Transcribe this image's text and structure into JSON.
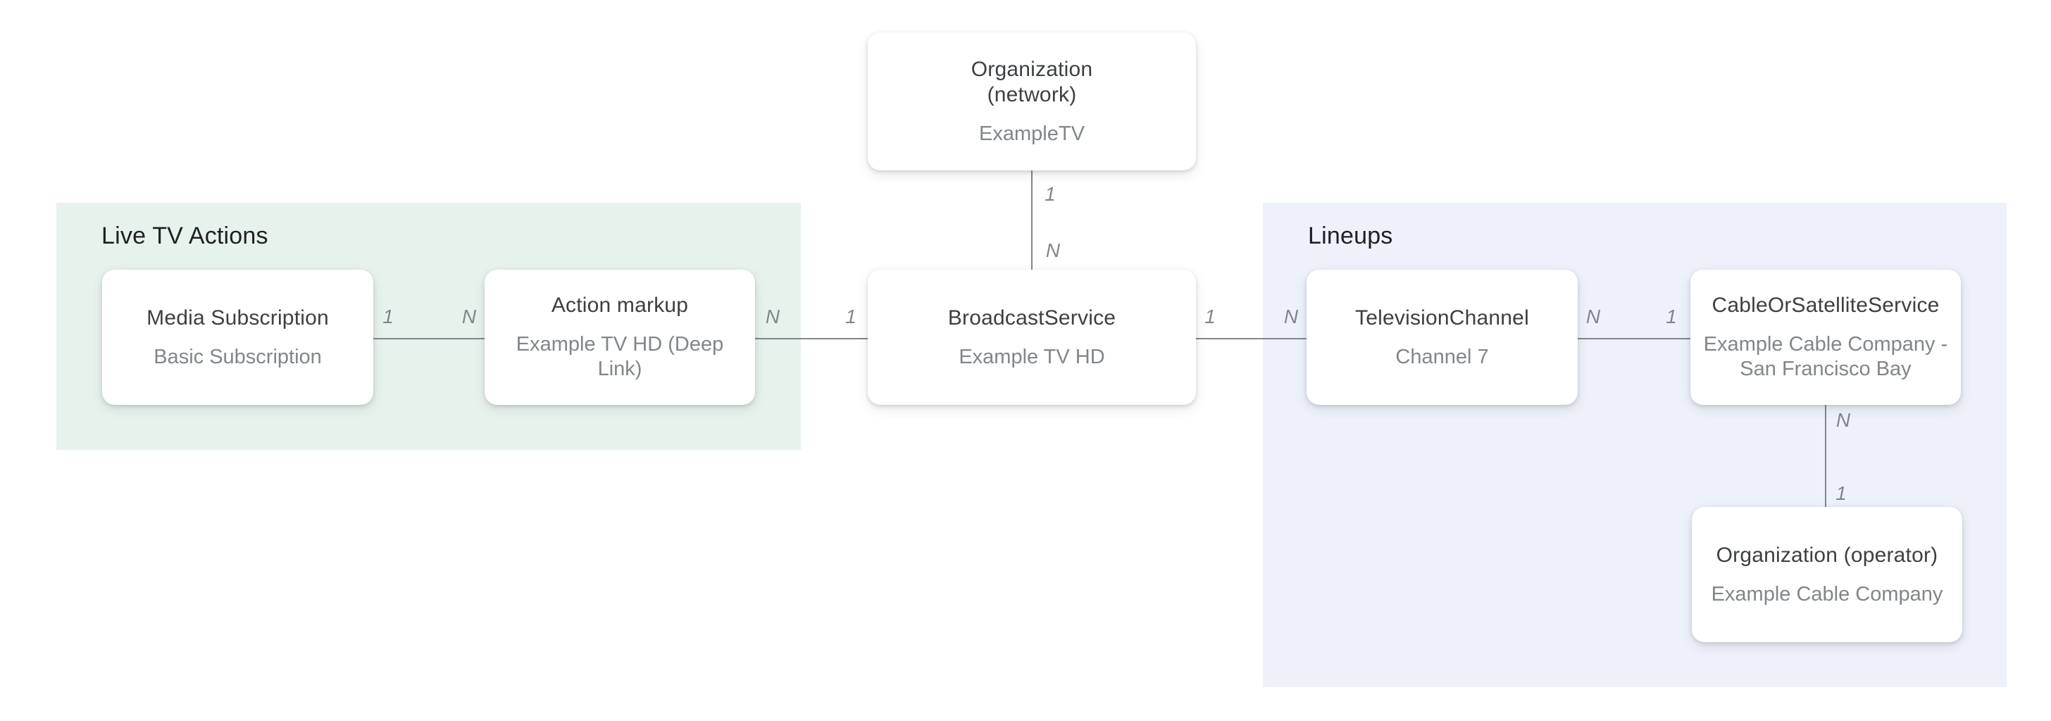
{
  "diagram": {
    "description": "Entity relationship diagram linking TV broadcast schema entities",
    "colors": {
      "background": "#FFFFFF",
      "live_tv_actions_panel": "#E8F2EC",
      "lineups_panel": "#EDF1FA",
      "node_background": "#FFFFFF",
      "node_title_text": "#3C4043",
      "node_subtitle_text": "#80868B",
      "section_label_text": "#202124",
      "edge_line": "#80868B",
      "cardinality_text": "#80868B"
    },
    "sections": {
      "live_tv_actions": {
        "label": "Live TV Actions"
      },
      "lineups": {
        "label": "Lineups"
      }
    },
    "nodes": {
      "organization_network": {
        "title_line1": "Organization",
        "title_line2": "(network)",
        "subtitle": "ExampleTV"
      },
      "media_subscription": {
        "title": "Media Subscription",
        "subtitle": "Basic Subscription"
      },
      "action_markup": {
        "title": "Action markup",
        "subtitle": "Example TV HD (Deep Link)"
      },
      "broadcast_service": {
        "title": "BroadcastService",
        "subtitle": "Example TV HD"
      },
      "television_channel": {
        "title": "TelevisionChannel",
        "subtitle": "Channel 7"
      },
      "cable_or_satellite_service": {
        "title": "CableOrSatelliteService",
        "subtitle": "Example Cable Company - San Francisco Bay"
      },
      "organization_operator": {
        "title": "Organization (operator)",
        "subtitle": "Example Cable Company"
      }
    },
    "cardinality": {
      "network_broadcast_top": "1",
      "network_broadcast_bottom": "N",
      "media_action_left": "1",
      "media_action_right": "N",
      "action_broadcast_left": "N",
      "action_broadcast_right": "1",
      "broadcast_tv_left": "1",
      "broadcast_tv_right": "N",
      "tv_cable_left": "N",
      "tv_cable_right": "1",
      "cable_operator_top": "N",
      "cable_operator_bottom": "1"
    }
  }
}
